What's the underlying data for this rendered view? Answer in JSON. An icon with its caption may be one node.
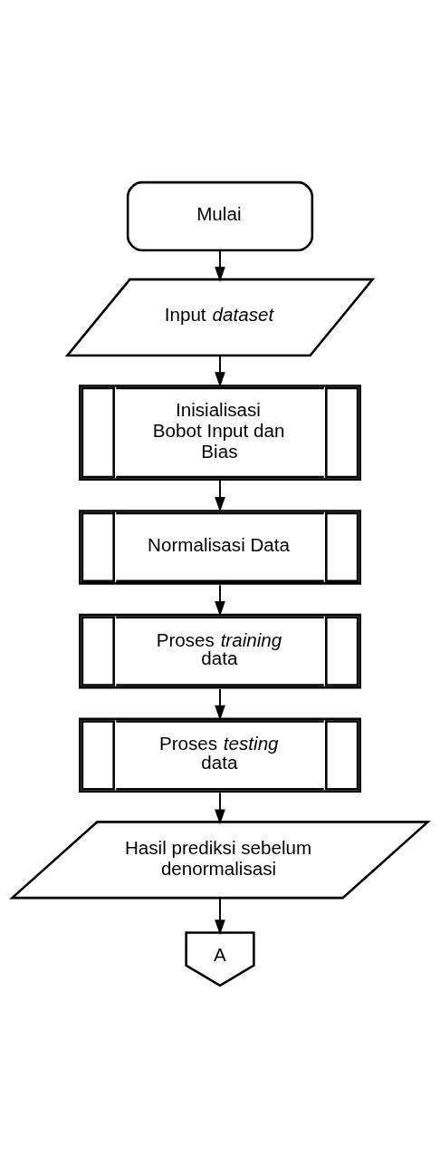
{
  "diagram": {
    "nodes": [
      {
        "text": [
          "Mulai"
        ]
      },
      {
        "text": [
          "Input *dataset*"
        ]
      },
      {
        "text": [
          "Inisialisasi Bobot Input dan Bias"
        ]
      },
      {
        "text": [
          "Normalisasi Data"
        ]
      },
      {
        "text": [
          "Proses *training* data"
        ]
      },
      {
        "text": [
          "Proses *testing* data"
        ]
      },
      {
        "text": [
          "Hasil prediksi sebelum denormalisasi"
        ]
      },
      {
        "text": [
          "A"
        ]
      }
    ],
    "edges": [
      {
        "from": 0,
        "to": 1,
        "arrow": "to"
      },
      {
        "from": 1,
        "to": 2,
        "arrow": "to"
      },
      {
        "from": 2,
        "to": 3,
        "arrow": "to"
      },
      {
        "from": 3,
        "to": 4,
        "arrow": "to"
      },
      {
        "from": 4,
        "to": 5,
        "arrow": "to"
      },
      {
        "from": 5,
        "to": 6,
        "arrow": "to"
      },
      {
        "from": 6,
        "to": 7,
        "arrow": "to"
      }
    ]
  }
}
